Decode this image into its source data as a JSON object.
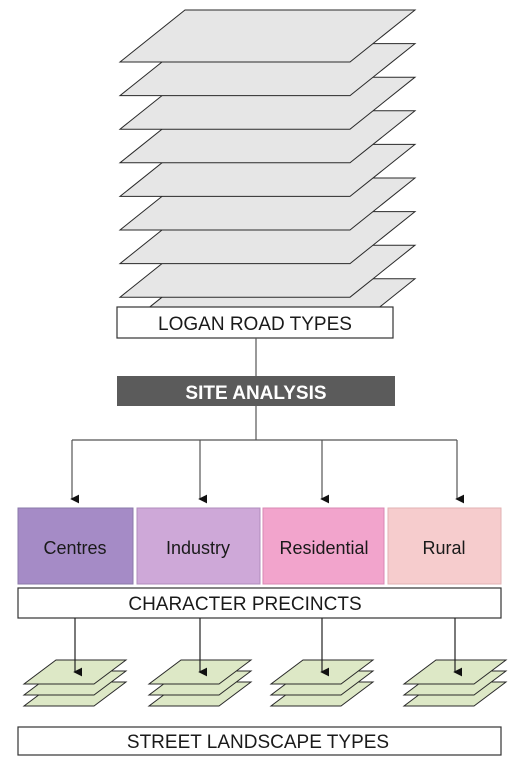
{
  "logan_road_types": {
    "label": "LOGAN ROAD TYPES",
    "layer_count": 9
  },
  "site_analysis": {
    "label": "SITE ANALYSIS"
  },
  "precincts": [
    {
      "label": "Centres",
      "color": "#a58bc6"
    },
    {
      "label": "Industry",
      "color": "#cea8d8"
    },
    {
      "label": "Residential",
      "color": "#f2a4cc"
    },
    {
      "label": "Rural",
      "color": "#f6cccd"
    }
  ],
  "character_precincts": {
    "label": "CHARACTER PRECINCTS"
  },
  "street_landscape_types": {
    "label": "STREET LANDSCAPE TYPES",
    "layers_per_stack": 3
  },
  "colors": {
    "grey_layer": "#e6e6e6",
    "green_layer": "#dde8c6",
    "site_analysis_bg": "#5b5b5b"
  }
}
